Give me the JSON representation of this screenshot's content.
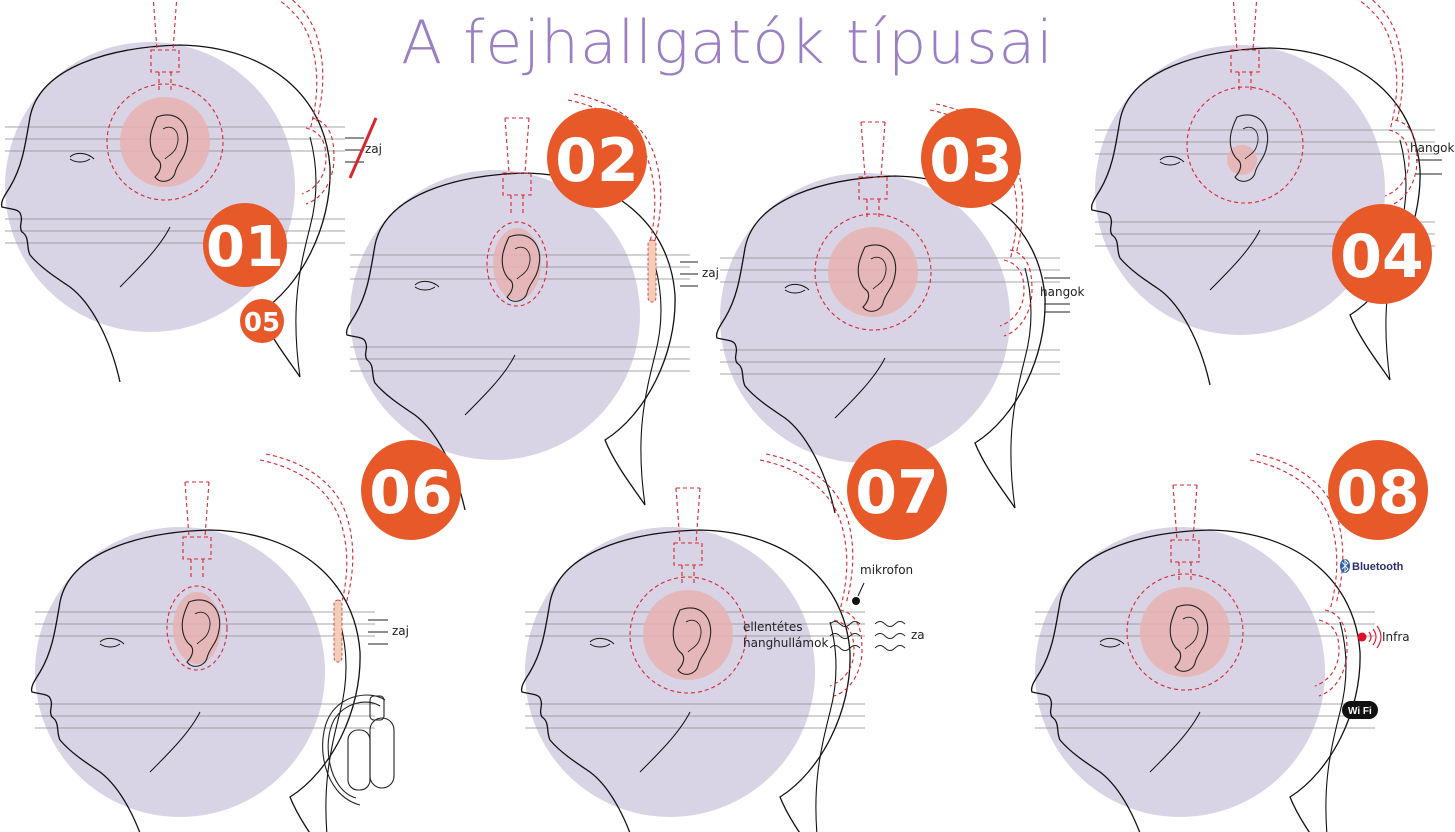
{
  "title": "A fejhallgatók típusai",
  "colors": {
    "badge": "#e8592a",
    "title": "#9b7fc3",
    "circle": "#d9d3e6",
    "ear_pad": "#e7b2b0",
    "dashed": "#d7282f"
  },
  "badges": {
    "b01": "01",
    "b05": "05",
    "b02": "02",
    "b03": "03",
    "b04": "04",
    "b06": "06",
    "b07": "07",
    "b08": "08"
  },
  "labels": {
    "noise_1": "zaj",
    "noise_2": "zaj",
    "sounds_3": "hangok",
    "sounds_4": "hangok",
    "noise_6": "zaj",
    "microphone": "mikrofon",
    "anti_waves_1": "ellentétes",
    "anti_waves_2": "hanghullámok",
    "noise_7": "za",
    "bluetooth": "Bluetooth",
    "infra": "Infra",
    "wifi": "Wi Fi"
  },
  "icons": [
    "noise-arrows-icon",
    "strike-icon",
    "microphone-icon",
    "bluetooth-icon",
    "infrared-icon",
    "wifi-icon",
    "folded-headphone-icon"
  ]
}
